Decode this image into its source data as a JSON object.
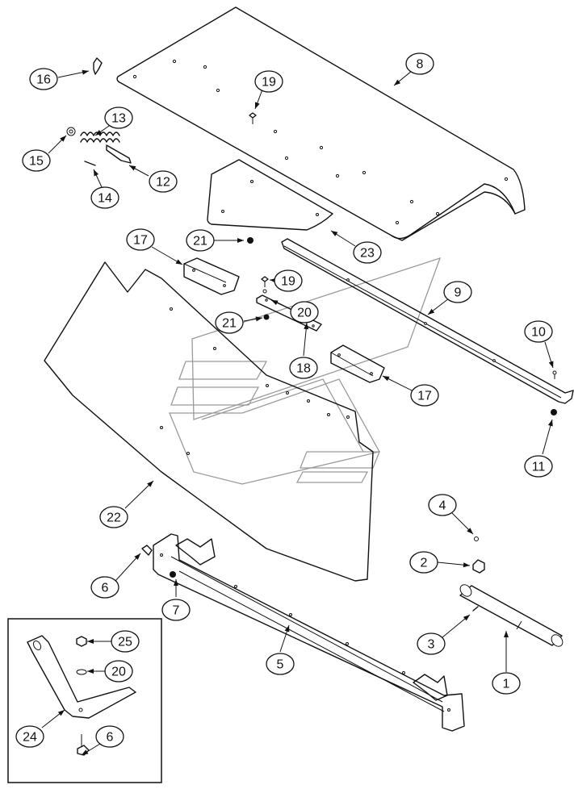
{
  "diagram": {
    "callouts": [
      {
        "id": "c1",
        "label": "1"
      },
      {
        "id": "c2",
        "label": "2"
      },
      {
        "id": "c3",
        "label": "3"
      },
      {
        "id": "c4",
        "label": "4"
      },
      {
        "id": "c5",
        "label": "5"
      },
      {
        "id": "c6a",
        "label": "6"
      },
      {
        "id": "c6b",
        "label": "6"
      },
      {
        "id": "c7",
        "label": "7"
      },
      {
        "id": "c8",
        "label": "8"
      },
      {
        "id": "c9",
        "label": "9"
      },
      {
        "id": "c10",
        "label": "10"
      },
      {
        "id": "c11",
        "label": "11"
      },
      {
        "id": "c12",
        "label": "12"
      },
      {
        "id": "c13",
        "label": "13"
      },
      {
        "id": "c14",
        "label": "14"
      },
      {
        "id": "c15",
        "label": "15"
      },
      {
        "id": "c16",
        "label": "16"
      },
      {
        "id": "c17a",
        "label": "17"
      },
      {
        "id": "c17b",
        "label": "17"
      },
      {
        "id": "c18",
        "label": "18"
      },
      {
        "id": "c19a",
        "label": "19"
      },
      {
        "id": "c19b",
        "label": "19"
      },
      {
        "id": "c20a",
        "label": "20"
      },
      {
        "id": "c20b",
        "label": "20"
      },
      {
        "id": "c21a",
        "label": "21"
      },
      {
        "id": "c21b",
        "label": "21"
      },
      {
        "id": "c22",
        "label": "22"
      },
      {
        "id": "c23",
        "label": "23"
      },
      {
        "id": "c24",
        "label": "24"
      },
      {
        "id": "c25",
        "label": "25"
      }
    ]
  }
}
